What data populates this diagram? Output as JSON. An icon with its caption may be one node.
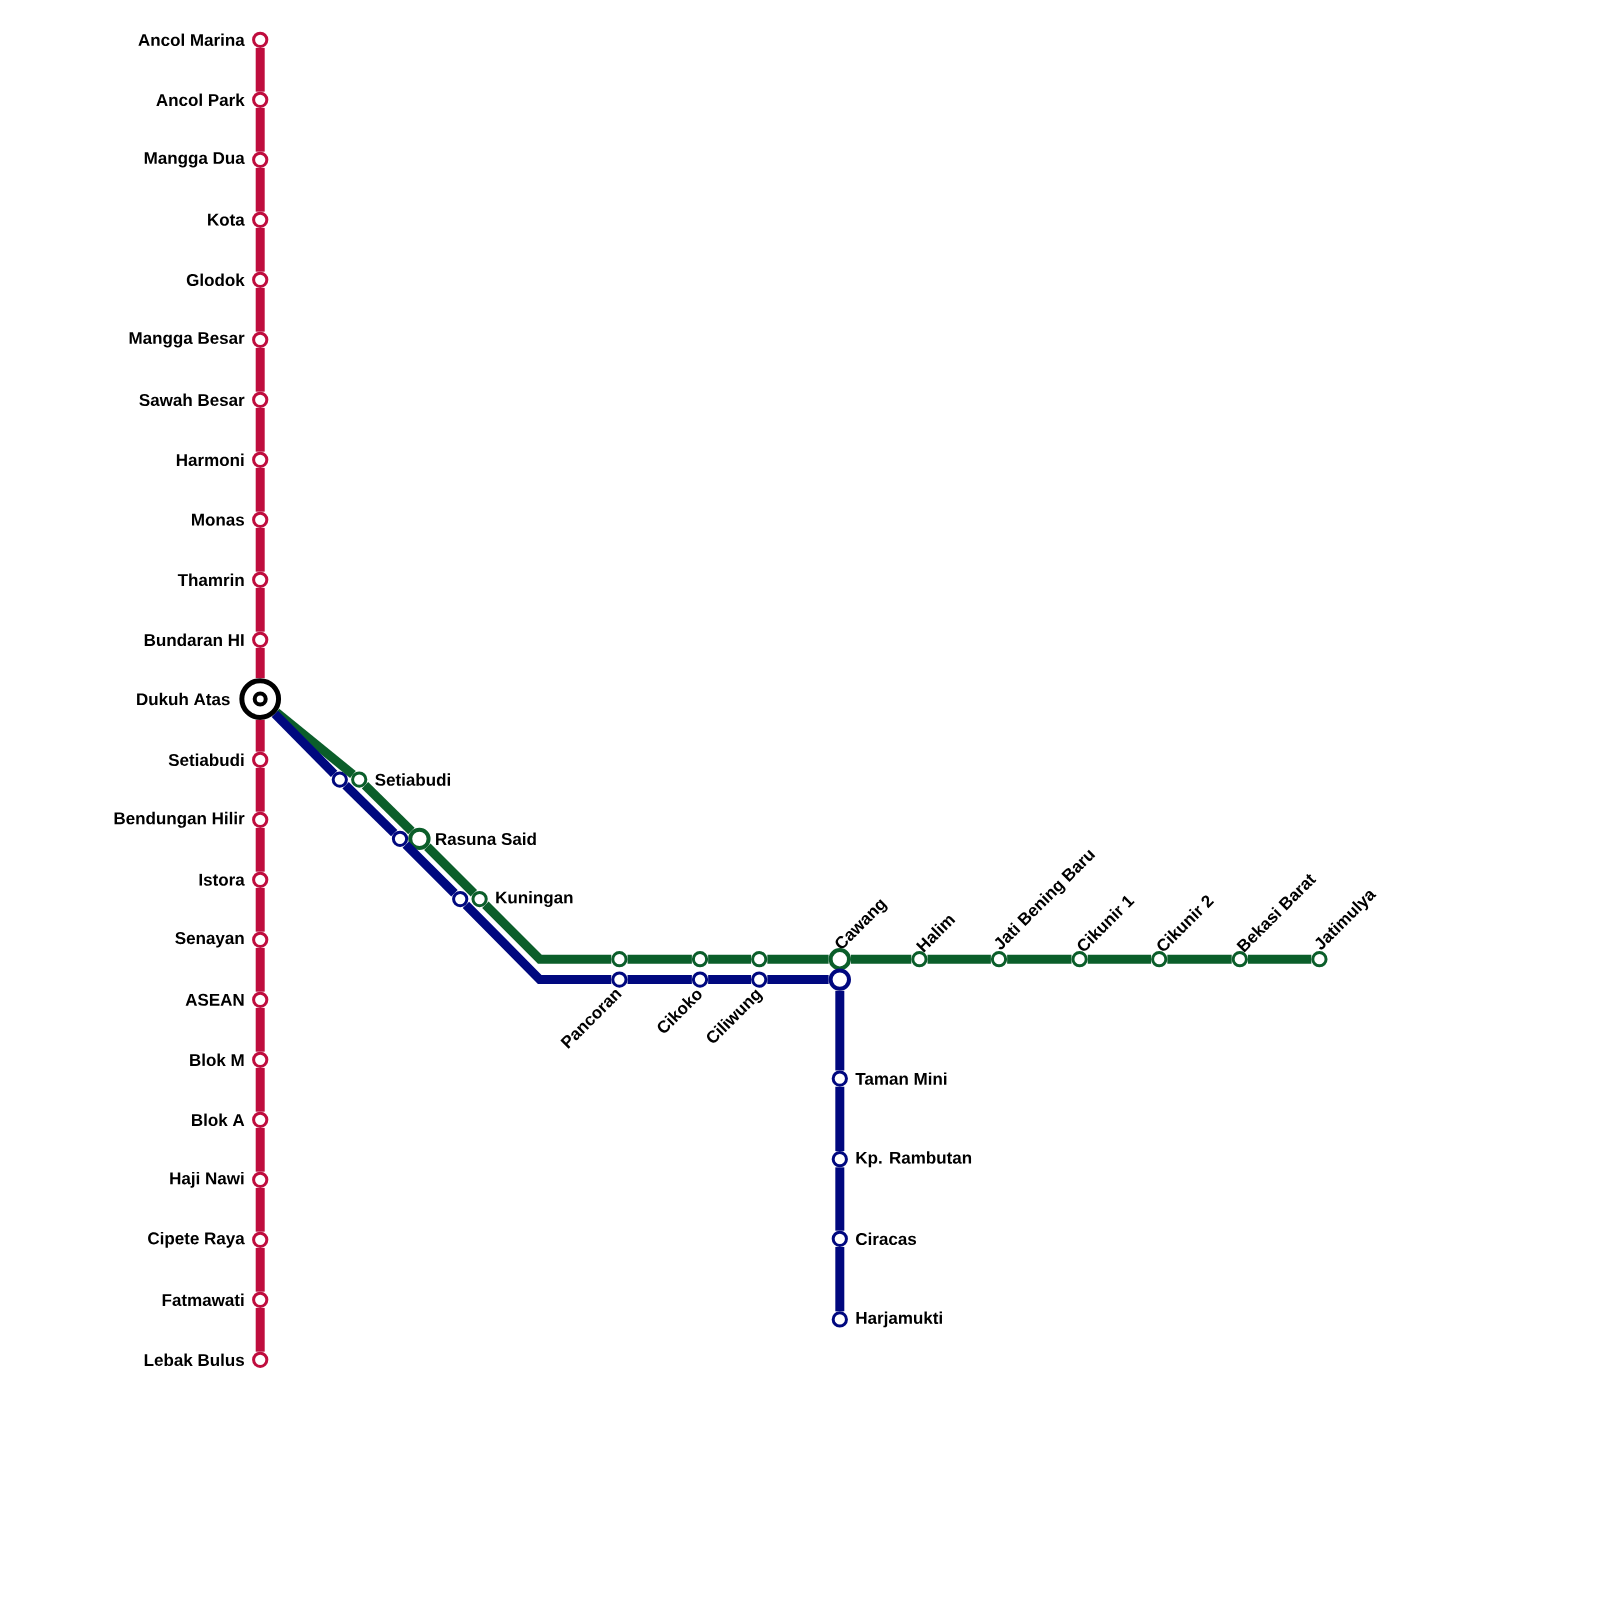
{
  "diagram": {
    "nodes": [
      {
        "text": [
          "Ancol Marina"
        ]
      },
      {
        "text": [
          "Ancol Park"
        ]
      },
      {
        "text": [
          "Mangga Dua"
        ]
      },
      {
        "text": [
          "Kota"
        ]
      },
      {
        "text": [
          "Glodok"
        ]
      },
      {
        "text": [
          "Mangga Besar"
        ]
      },
      {
        "text": [
          "Sawah Besar"
        ]
      },
      {
        "text": [
          "Harmoni"
        ]
      },
      {
        "text": [
          "Monas"
        ]
      },
      {
        "text": [
          "Thamrin"
        ]
      },
      {
        "text": [
          "Bundaran HI"
        ]
      },
      {
        "text": [
          "Dukuh Atas"
        ]
      },
      {
        "text": [
          "Setiabudi"
        ]
      },
      {
        "text": [
          "Bendungan Hilir"
        ]
      },
      {
        "text": [
          "Istora"
        ]
      },
      {
        "text": [
          "Senayan"
        ]
      },
      {
        "text": [
          "ASEAN"
        ]
      },
      {
        "text": [
          "Blok M"
        ]
      },
      {
        "text": [
          "Blok A"
        ]
      },
      {
        "text": [
          "Haji Nawi"
        ]
      },
      {
        "text": [
          "Cipete Raya"
        ]
      },
      {
        "text": [
          "Fatmawati"
        ]
      },
      {
        "text": [
          "Lebak Bulus"
        ]
      },
      {
        "text": [
          "Setiabudi"
        ]
      },
      {
        "text": [
          "Rasuna Said"
        ]
      },
      {
        "text": [
          "Kuningan"
        ]
      },
      {
        "text": [],
        "shape": "circle"
      },
      {
        "text": [],
        "shape": "circle"
      },
      {
        "text": [],
        "shape": "circle"
      },
      {
        "text": [
          "Cawang"
        ]
      },
      {
        "text": [
          "Halim"
        ]
      },
      {
        "text": [
          "Jati Bening Baru"
        ]
      },
      {
        "text": [
          "Cikunir 1"
        ]
      },
      {
        "text": [
          "Cikunir 2"
        ]
      },
      {
        "text": [
          "Bekasi Barat"
        ]
      },
      {
        "text": [
          "Jatimulya"
        ]
      },
      {
        "text": [],
        "shape": "circle"
      },
      {
        "text": [],
        "shape": "circle"
      },
      {
        "text": [],
        "shape": "circle"
      },
      {
        "text": [
          "Pancoran"
        ]
      },
      {
        "text": [
          "Cikoko"
        ]
      },
      {
        "text": [
          "Ciliwung"
        ]
      },
      {
        "text": [],
        "shape": "circle"
      },
      {
        "text": [
          "Taman Mini"
        ]
      },
      {
        "text": [
          "Kp. Rambutan"
        ]
      },
      {
        "text": [
          "Ciracas"
        ]
      },
      {
        "text": [
          "Harjamukti"
        ]
      }
    ],
    "edges": [
      {
        "from": 0,
        "to": 1,
        "arrow": "none",
        "color": "#bf0d3e"
      },
      {
        "from": 1,
        "to": 2,
        "arrow": "none",
        "color": "#bf0d3e"
      },
      {
        "from": 2,
        "to": 3,
        "arrow": "none",
        "color": "#bf0d3e"
      },
      {
        "from": 3,
        "to": 4,
        "arrow": "none",
        "color": "#bf0d3e"
      },
      {
        "from": 4,
        "to": 5,
        "arrow": "none",
        "color": "#bf0d3e"
      },
      {
        "from": 5,
        "to": 6,
        "arrow": "none",
        "color": "#bf0d3e"
      },
      {
        "from": 6,
        "to": 7,
        "arrow": "none",
        "color": "#bf0d3e"
      },
      {
        "from": 7,
        "to": 8,
        "arrow": "none",
        "color": "#bf0d3e"
      },
      {
        "from": 8,
        "to": 9,
        "arrow": "none",
        "color": "#bf0d3e"
      },
      {
        "from": 9,
        "to": 10,
        "arrow": "none",
        "color": "#bf0d3e"
      },
      {
        "from": 10,
        "to": 11,
        "arrow": "none",
        "color": "#bf0d3e"
      },
      {
        "from": 11,
        "to": 12,
        "arrow": "none",
        "color": "#bf0d3e"
      },
      {
        "from": 12,
        "to": 13,
        "arrow": "none",
        "color": "#bf0d3e"
      },
      {
        "from": 13,
        "to": 14,
        "arrow": "none",
        "color": "#bf0d3e"
      },
      {
        "from": 14,
        "to": 15,
        "arrow": "none",
        "color": "#bf0d3e"
      },
      {
        "from": 15,
        "to": 16,
        "arrow": "none",
        "color": "#bf0d3e"
      },
      {
        "from": 16,
        "to": 17,
        "arrow": "none",
        "color": "#bf0d3e"
      },
      {
        "from": 17,
        "to": 18,
        "arrow": "none",
        "color": "#bf0d3e"
      },
      {
        "from": 18,
        "to": 19,
        "arrow": "none",
        "color": "#bf0d3e"
      },
      {
        "from": 19,
        "to": 20,
        "arrow": "none",
        "color": "#bf0d3e"
      },
      {
        "from": 20,
        "to": 21,
        "arrow": "none",
        "color": "#bf0d3e"
      },
      {
        "from": 21,
        "to": 22,
        "arrow": "none",
        "color": "#bf0d3e"
      },
      {
        "from": 11,
        "to": 23,
        "arrow": "none",
        "color": "#0b5e2a"
      },
      {
        "from": 23,
        "to": 24,
        "arrow": "none",
        "color": "#0b5e2a"
      },
      {
        "from": 24,
        "to": 25,
        "arrow": "none",
        "color": "#0b5e2a"
      },
      {
        "from": 25,
        "to": 26,
        "arrow": "none",
        "color": "#0b5e2a"
      },
      {
        "from": 26,
        "to": 27,
        "arrow": "none",
        "color": "#0b5e2a"
      },
      {
        "from": 27,
        "to": 28,
        "arrow": "none",
        "color": "#0b5e2a"
      },
      {
        "from": 28,
        "to": 29,
        "arrow": "none",
        "color": "#0b5e2a"
      },
      {
        "from": 29,
        "to": 30,
        "arrow": "none",
        "color": "#0b5e2a"
      },
      {
        "from": 30,
        "to": 31,
        "arrow": "none",
        "color": "#0b5e2a"
      },
      {
        "from": 31,
        "to": 32,
        "arrow": "none",
        "color": "#0b5e2a"
      },
      {
        "from": 32,
        "to": 33,
        "arrow": "none",
        "color": "#0b5e2a"
      },
      {
        "from": 33,
        "to": 34,
        "arrow": "none",
        "color": "#0b5e2a"
      },
      {
        "from": 34,
        "to": 35,
        "arrow": "none",
        "color": "#0b5e2a"
      },
      {
        "from": 11,
        "to": 36,
        "arrow": "none",
        "color": "#00087f"
      },
      {
        "from": 36,
        "to": 37,
        "arrow": "none",
        "color": "#00087f"
      },
      {
        "from": 37,
        "to": 38,
        "arrow": "none",
        "color": "#00087f"
      },
      {
        "from": 38,
        "to": 39,
        "arrow": "none",
        "color": "#00087f"
      },
      {
        "from": 39,
        "to": 40,
        "arrow": "none",
        "color": "#00087f"
      },
      {
        "from": 40,
        "to": 41,
        "arrow": "none",
        "color": "#00087f"
      },
      {
        "from": 41,
        "to": 42,
        "arrow": "none",
        "color": "#00087f"
      },
      {
        "from": 42,
        "to": 43,
        "arrow": "none",
        "color": "#00087f"
      },
      {
        "from": 43,
        "to": 44,
        "arrow": "none",
        "color": "#00087f"
      },
      {
        "from": 44,
        "to": 45,
        "arrow": "none",
        "color": "#00087f"
      },
      {
        "from": 45,
        "to": 46,
        "arrow": "none",
        "color": "#00087f"
      }
    ]
  }
}
